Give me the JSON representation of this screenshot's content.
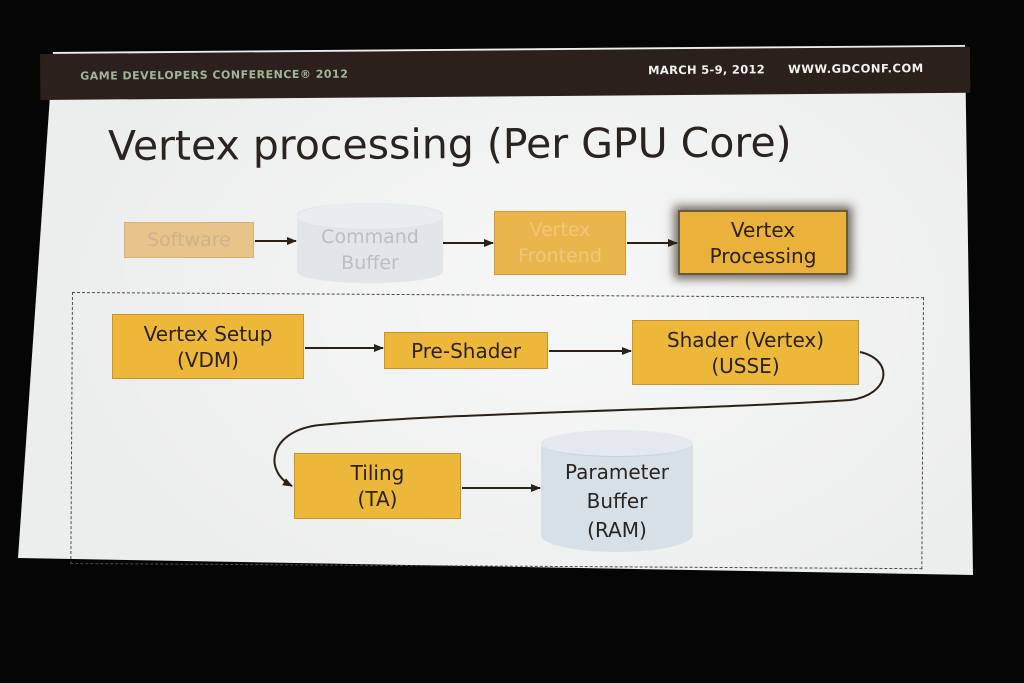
{
  "header": {
    "conference": "GAME DEVELOPERS CONFERENCE® 2012",
    "dates": "MARCH 5-9, 2012",
    "url": "WWW.GDCONF.COM"
  },
  "title": "Vertex processing (Per GPU Core)",
  "pipeline": {
    "software": "Software",
    "command_buffer": "Command\nBuffer",
    "vertex_frontend": "Vertex\nFrontend",
    "vertex_processing": "Vertex\nProcessing"
  },
  "detail": {
    "vertex_setup": "Vertex Setup\n(VDM)",
    "pre_shader": "Pre-Shader",
    "shader_vertex": "Shader (Vertex)\n(USSE)",
    "tiling": "Tiling\n(TA)",
    "parameter_buffer": "Parameter\nBuffer\n(RAM)"
  },
  "colors": {
    "box_fill": "#edb83a",
    "header_band": "#2b201b",
    "slide_bg": "#eceeed",
    "cylinder_fill": "#d6e0e6"
  }
}
